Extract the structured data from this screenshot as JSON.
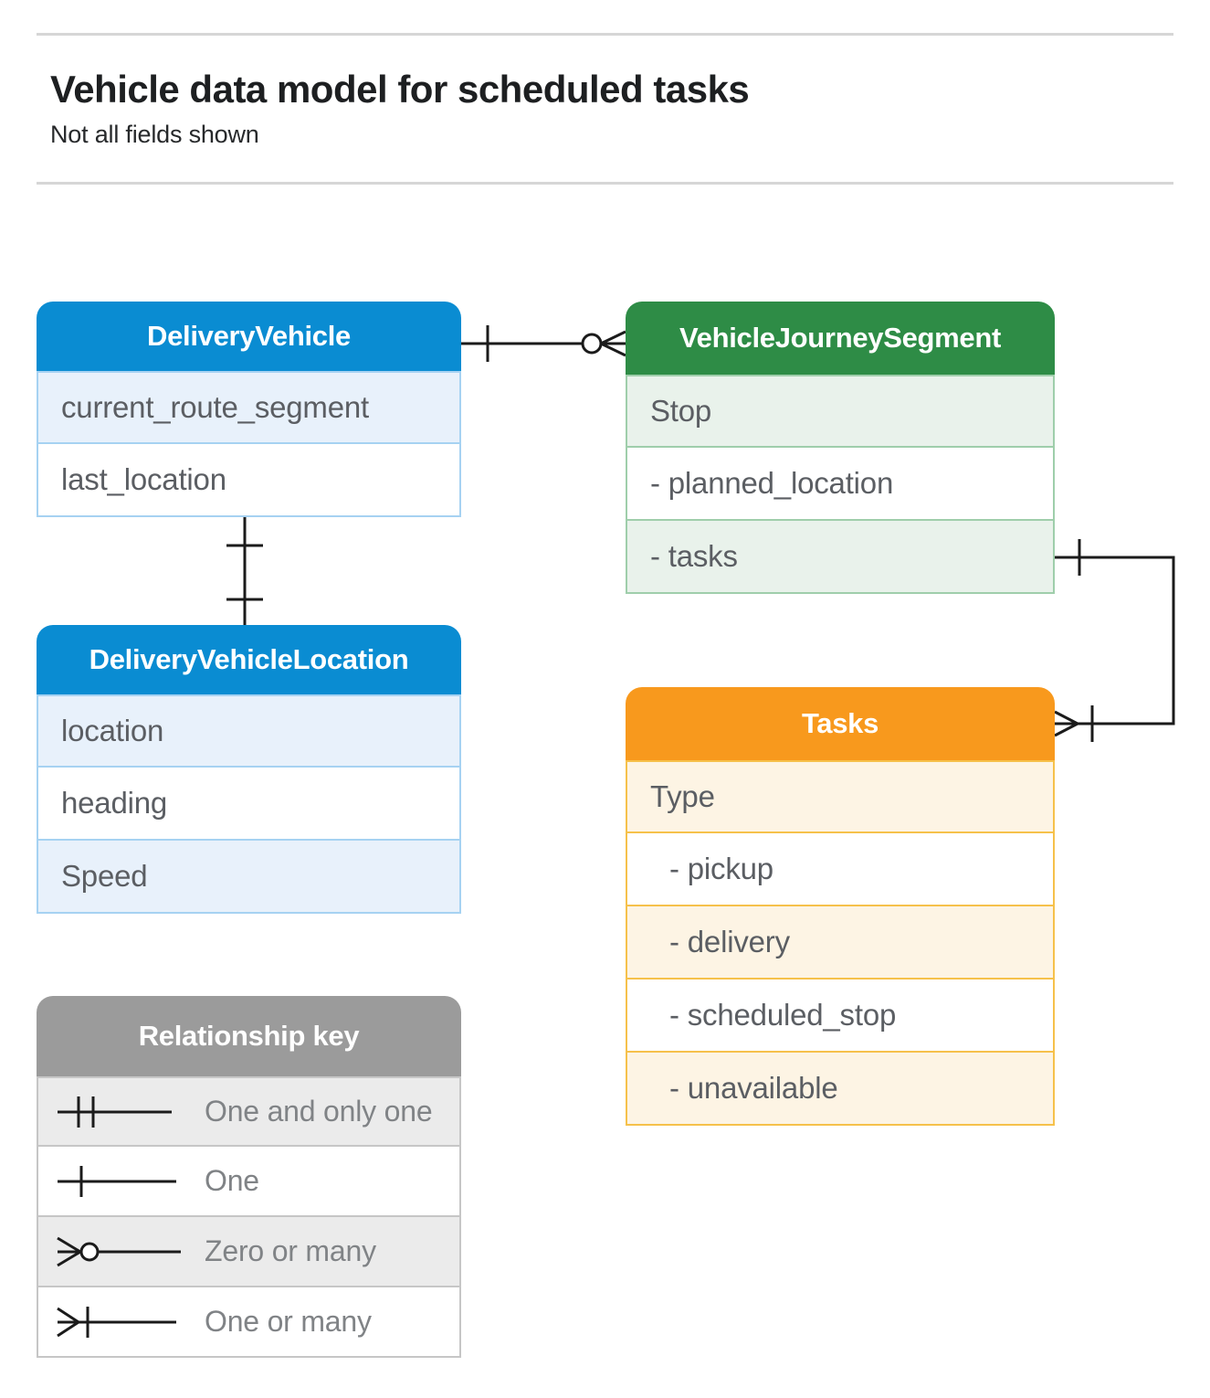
{
  "page": {
    "title": "Vehicle data model for scheduled tasks",
    "subtitle": "Not all fields shown"
  },
  "entities": {
    "delivery_vehicle": {
      "title": "DeliveryVehicle",
      "rows": [
        "current_route_segment",
        "last_location"
      ]
    },
    "vehicle_journey_segment": {
      "title": "VehicleJourneySegment",
      "rows": [
        "Stop",
        "- planned_location",
        "- tasks"
      ]
    },
    "delivery_vehicle_location": {
      "title": "DeliveryVehicleLocation",
      "rows": [
        "location",
        "heading",
        "Speed"
      ]
    },
    "tasks": {
      "title": "Tasks",
      "rows": [
        "Type",
        "- pickup",
        "- delivery",
        "- scheduled_stop",
        "- unavailable"
      ]
    }
  },
  "legend": {
    "title": "Relationship key",
    "items": [
      {
        "symbol": "one-and-only-one",
        "label": "One and only one"
      },
      {
        "symbol": "one",
        "label": "One"
      },
      {
        "symbol": "zero-or-many",
        "label": "Zero or many"
      },
      {
        "symbol": "one-or-many",
        "label": "One or many"
      }
    ]
  },
  "colors": {
    "blue_header": "#0a8cd2",
    "blue_row": "#e8f1fb",
    "blue_border": "#a6d2f2",
    "green_header": "#2e8c46",
    "green_row": "#e9f2eb",
    "green_border": "#9fceab",
    "orange_header": "#f8991d",
    "orange_row": "#fdf4e4",
    "orange_border": "#f6c14b",
    "gray_header": "#9b9b9b",
    "gray_row": "#ebebeb",
    "gray_border": "#c6c6c6",
    "connector": "#1b1b1b"
  }
}
